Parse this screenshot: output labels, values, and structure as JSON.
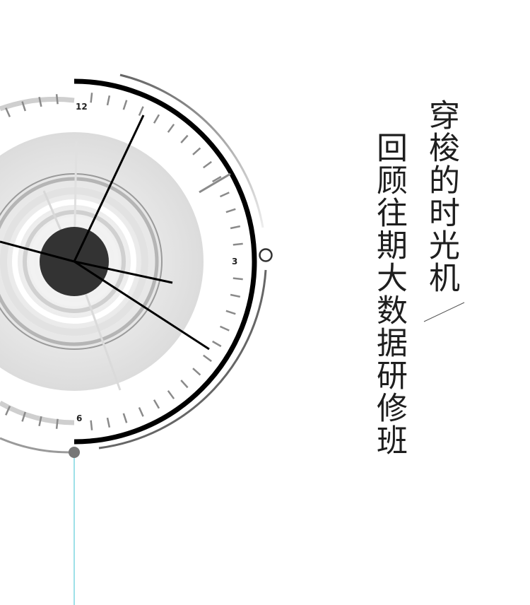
{
  "clock": {
    "numerals": {
      "twelve": "12",
      "three": "3",
      "six": "6"
    },
    "colors": {
      "rim": "#000000",
      "outer_arc": "#555555",
      "center_disc": "#333333",
      "hands": "#000000",
      "pendulum_line": "#7fd6e0",
      "pendulum_bob": "#777777"
    }
  },
  "title": {
    "line1": "穿梭的时光机",
    "line2": "回顾往期大数据研修班"
  }
}
